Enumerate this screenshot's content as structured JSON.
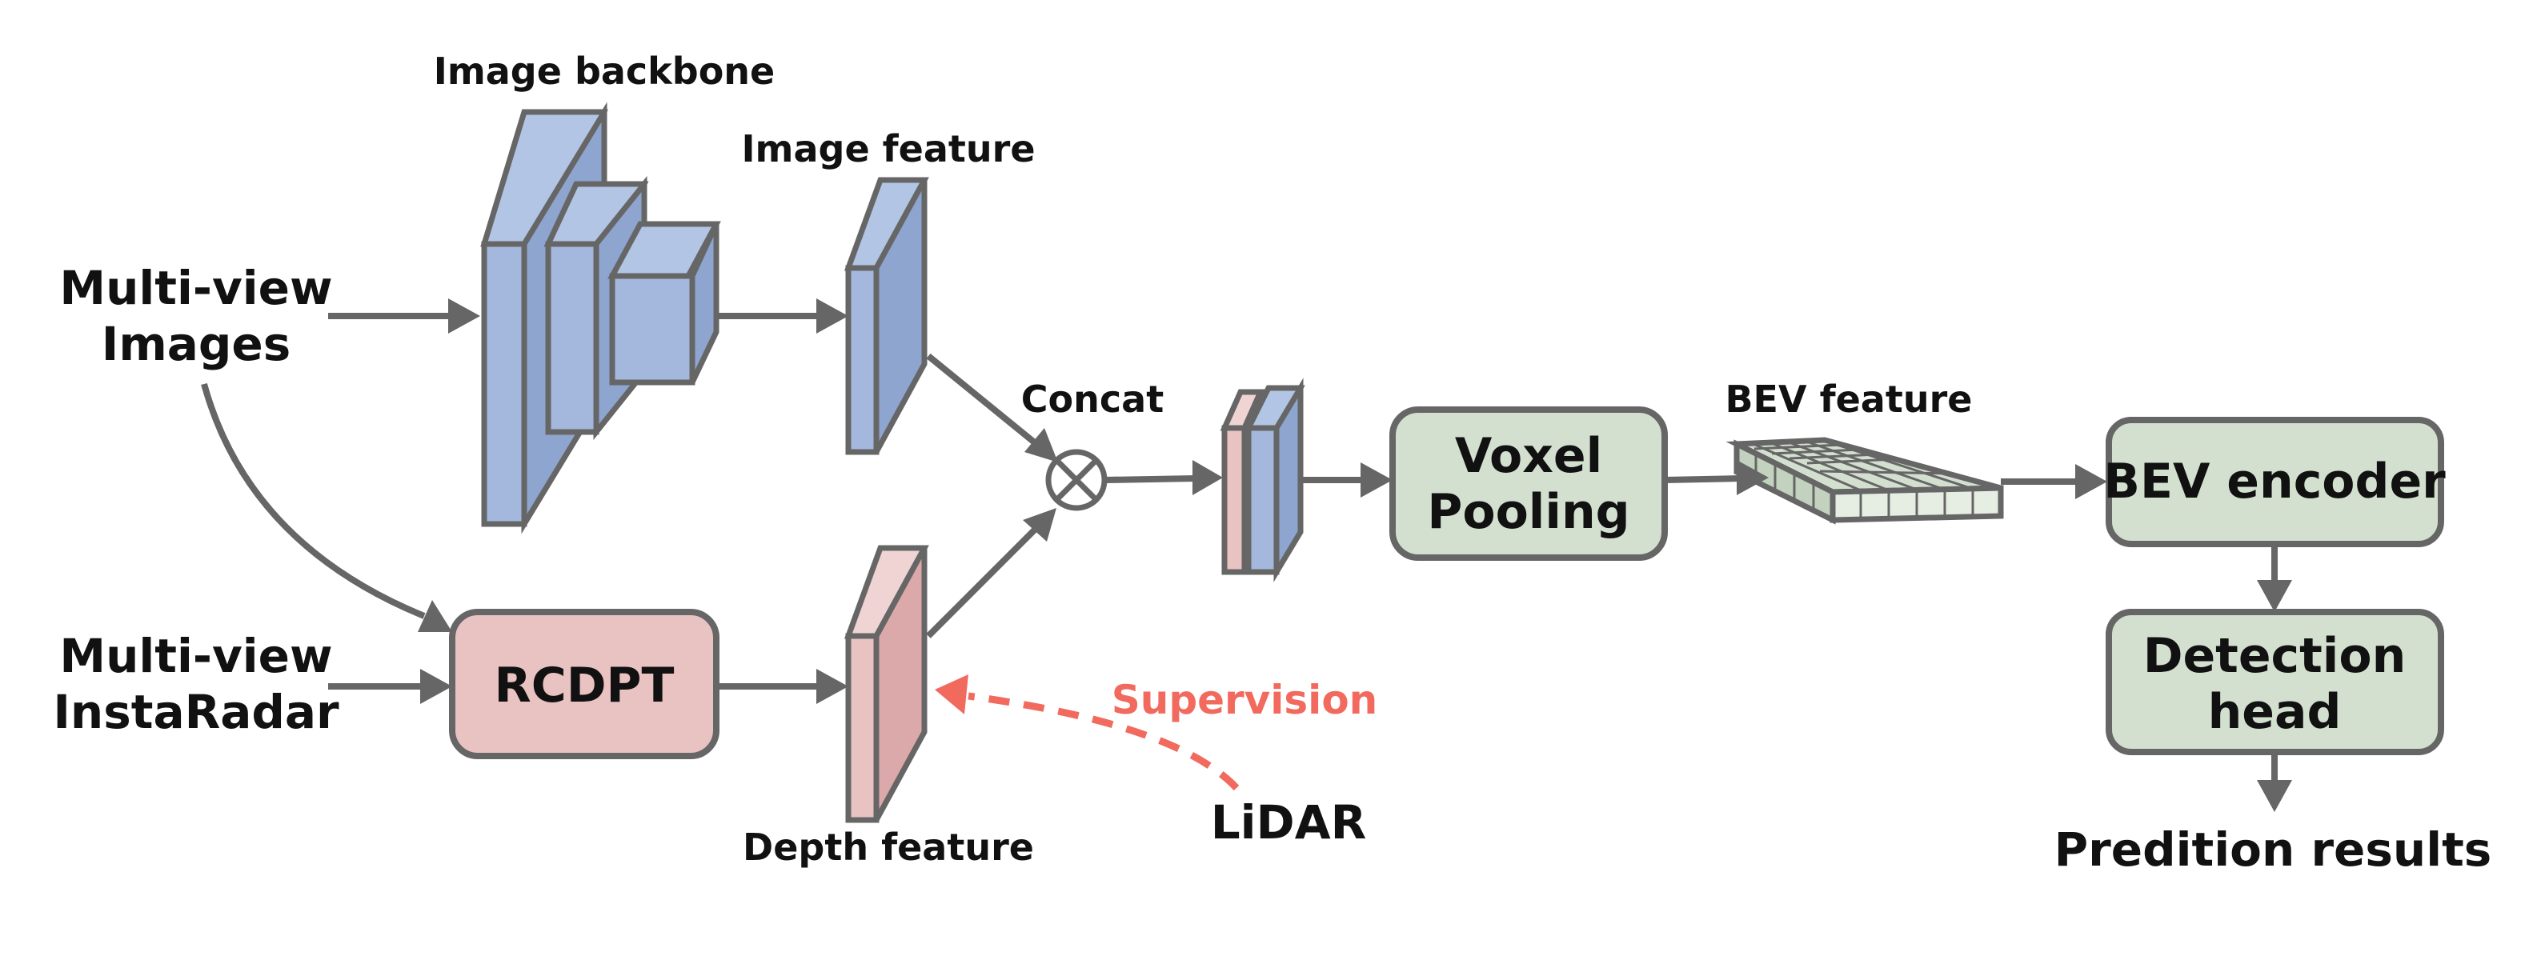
{
  "colors": {
    "blue": "#a3b8dc",
    "blue_dark": "#8ea5cf",
    "pink": "#e9c2c2",
    "pink_dark": "#dba9a9",
    "green": "#d3e0d0",
    "stroke": "#666666",
    "supervision": "#f26a5e"
  },
  "inputs": {
    "images_line1": "Multi-view",
    "images_line2": "Images",
    "radar_line1": "Multi-view",
    "radar_line2": "InstaRadar"
  },
  "labels": {
    "image_backbone": "Image backbone",
    "image_feature": "Image feature",
    "concat": "Concat",
    "depth_feature": "Depth feature",
    "supervision": "Supervision",
    "lidar": "LiDAR",
    "bev_feature": "BEV feature",
    "prediction_results": "Predition results"
  },
  "boxes": {
    "rcdpt": "RCDPT",
    "voxel_line1": "Voxel",
    "voxel_line2": "Pooling",
    "bev_encoder": "BEV encoder",
    "detection_line1": "Detection",
    "detection_line2": "head"
  },
  "icons": {
    "concat": "circle-times-icon",
    "arrows": "arrow-head-icon"
  }
}
